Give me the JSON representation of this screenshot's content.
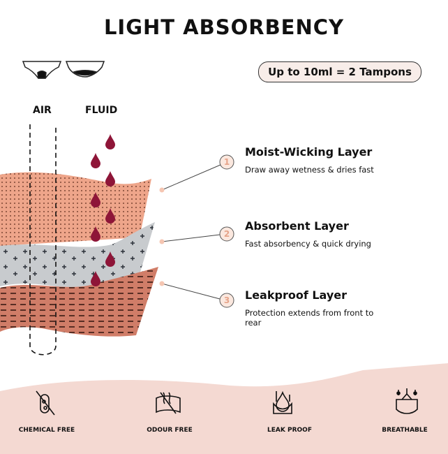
{
  "title": "LIGHT ABSORBENCY",
  "capacity_badge": "Up to 10ml = 2 Tampons",
  "columns": {
    "air": "AIR",
    "fluid": "FLUID"
  },
  "layers": [
    {
      "number": "1",
      "title": "Moist-Wicking Layer",
      "description": "Draw away wetness & dries fast"
    },
    {
      "number": "2",
      "title": "Absorbent Layer",
      "description": "Fast absorbency & quick drying"
    },
    {
      "number": "3",
      "title": "Leakproof Layer",
      "description": "Protection extends from front to rear"
    }
  ],
  "features": [
    {
      "label": "CHEMICAL FREE",
      "icon": "chemical-free-icon"
    },
    {
      "label": "ODOUR FREE",
      "icon": "odour-free-icon"
    },
    {
      "label": "LEAK PROOF",
      "icon": "leak-proof-icon"
    },
    {
      "label": "BREATHABLE",
      "icon": "breathable-icon"
    }
  ],
  "colors": {
    "layer1": "#EEA58A",
    "layer2": "#C8CBCE",
    "layer3": "#D07D68",
    "drop": "#8E1538",
    "band": "#F4D9D2"
  }
}
